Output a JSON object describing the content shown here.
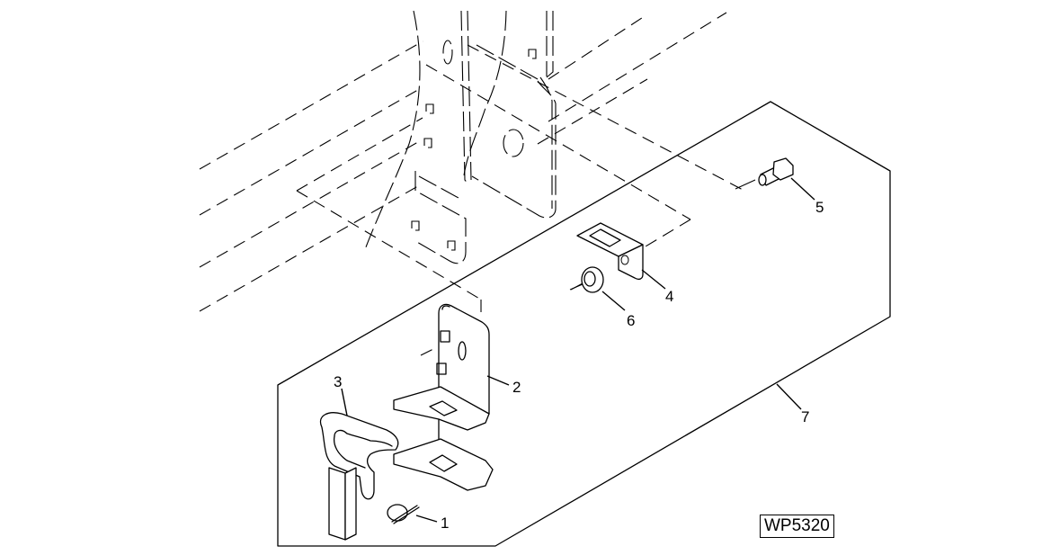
{
  "diagram": {
    "type": "exploded parts illustration",
    "reference_code": "WP5320",
    "callouts": [
      {
        "id": "1",
        "label": "1",
        "part": "lynch pin / spring clip"
      },
      {
        "id": "2",
        "label": "2",
        "part": "mounting bracket"
      },
      {
        "id": "3",
        "label": "3",
        "part": "handle / lock lever"
      },
      {
        "id": "4",
        "label": "4",
        "part": "angle bracket"
      },
      {
        "id": "5",
        "label": "5",
        "part": "bolt"
      },
      {
        "id": "6",
        "label": "6",
        "part": "flange nut"
      },
      {
        "id": "7",
        "label": "7",
        "part": "kit / assembly"
      }
    ]
  }
}
